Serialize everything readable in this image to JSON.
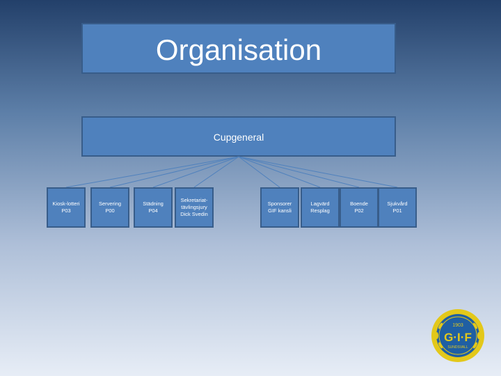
{
  "title": "Organisation",
  "root": {
    "label": "Cupgeneral"
  },
  "children": [
    {
      "lines": [
        "Kiosk-lotteri",
        "P03"
      ]
    },
    {
      "lines": [
        "Servering",
        "P00"
      ]
    },
    {
      "lines": [
        "Städning",
        "P04"
      ]
    },
    {
      "lines": [
        "Sekretariat-",
        "tävlingsjury",
        "Dick Svedin"
      ]
    },
    {
      "lines": [
        "Sponsorer",
        "GIF kansli"
      ]
    },
    {
      "lines": [
        "Lagvärd",
        "Resplag"
      ]
    },
    {
      "lines": [
        "Boende",
        "P02"
      ]
    },
    {
      "lines": [
        "Sjukvård",
        "P01"
      ]
    }
  ],
  "logo": {
    "year": "1903",
    "letters": "G·I·F",
    "city": "SUNDSVALL"
  },
  "colors": {
    "box_fill": "#4f81bd",
    "box_border": "#385d8a",
    "text": "#ffffff"
  }
}
